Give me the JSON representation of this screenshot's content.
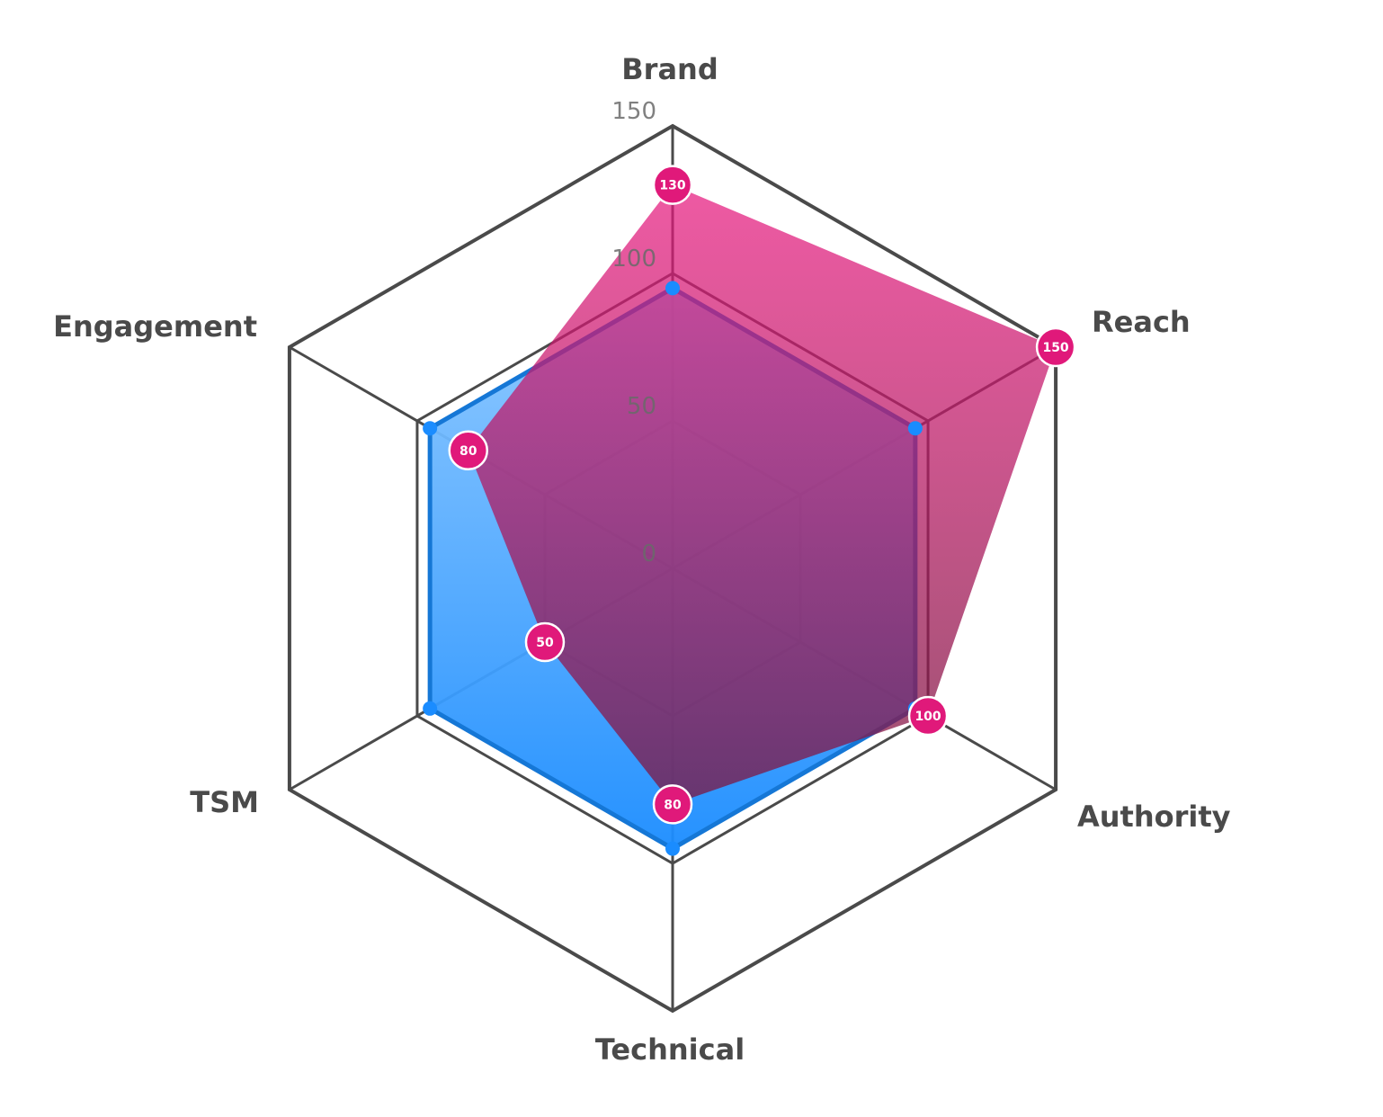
{
  "chart_data": {
    "type": "radar",
    "title": "",
    "axes": [
      "Brand",
      "Reach",
      "Authority",
      "Technical",
      "TSM",
      "Engagement"
    ],
    "ticks": [
      "0",
      "50",
      "100",
      "150"
    ],
    "tick_values": [
      0,
      50,
      100,
      150
    ],
    "range": [
      0,
      150
    ],
    "grid": true,
    "series": [
      {
        "values": [
          95,
          95,
          95,
          95,
          95,
          95
        ],
        "color": "#1a8cff",
        "show_labels": false
      },
      {
        "values": [
          130,
          150,
          100,
          80,
          50,
          80
        ],
        "labels": [
          "130",
          "150",
          "100",
          "80",
          "50",
          "80"
        ],
        "color": "#e0197a",
        "show_labels": true
      }
    ]
  }
}
